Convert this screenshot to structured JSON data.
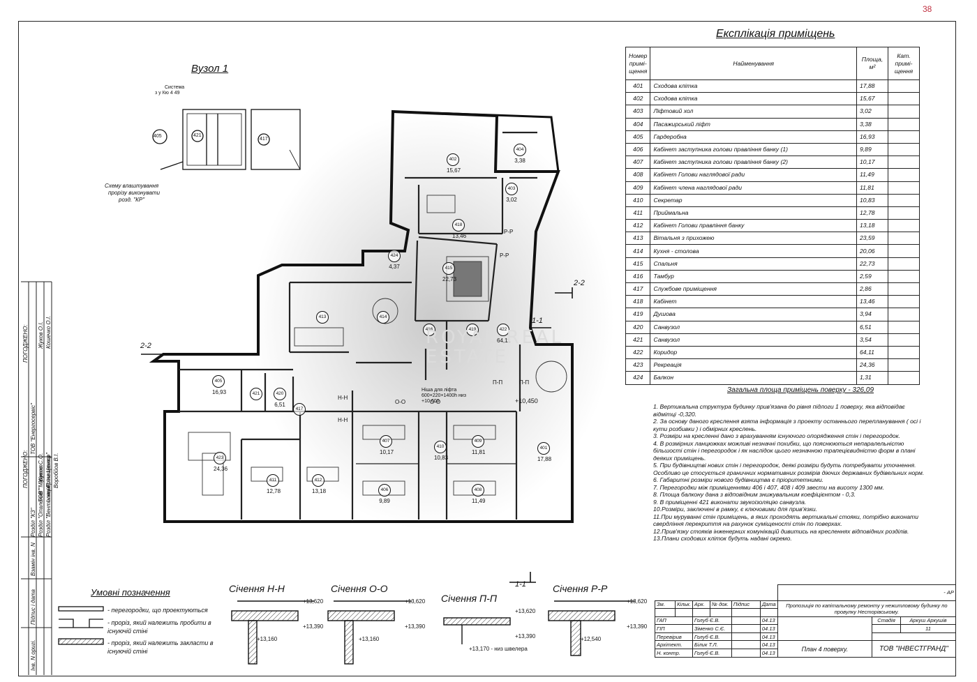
{
  "sheet": {
    "page_mark": "38",
    "explication_title": "Експлікація приміщень",
    "node_title": "Вузол 1",
    "node_labels": [
      "Система",
      "з у Кю 4 49",
      "405",
      "421",
      "417",
      "Схему влаштування",
      "прорізу виконувати",
      "розд. \"КР\""
    ]
  },
  "explication": {
    "headers": {
      "number": "Номер примі- щення",
      "name": "Найменування",
      "area": "Площа, м²",
      "category": "Кат. примі- щення"
    },
    "rows": [
      {
        "no": "401",
        "name": "Сходова клітка",
        "area": "17,88"
      },
      {
        "no": "402",
        "name": "Сходова клітка",
        "area": "15,67"
      },
      {
        "no": "403",
        "name": "Ліфтовий хол",
        "area": "3,02"
      },
      {
        "no": "404",
        "name": "Пасажирський ліфт",
        "area": "3,38"
      },
      {
        "no": "405",
        "name": "Гардеробна",
        "area": "16,93"
      },
      {
        "no": "406",
        "name": "Кабінет заступника голови правління банку (1)",
        "area": "9,89"
      },
      {
        "no": "407",
        "name": "Кабінет заступника голови правління банку (2)",
        "area": "10,17"
      },
      {
        "no": "408",
        "name": "Кабінет Голови наглядової ради",
        "area": "11,49"
      },
      {
        "no": "409",
        "name": "Кабінет члена наглядової ради",
        "area": "11,81"
      },
      {
        "no": "410",
        "name": "Секретар",
        "area": "10,83"
      },
      {
        "no": "411",
        "name": "Приймальна",
        "area": "12,78"
      },
      {
        "no": "412",
        "name": "Кабінет Голови правління банку",
        "area": "13,18"
      },
      {
        "no": "413",
        "name": "Вітальня з прихожею",
        "area": "23,59"
      },
      {
        "no": "414",
        "name": "Кухня - столова",
        "area": "20,06"
      },
      {
        "no": "415",
        "name": "Спальня",
        "area": "22,73"
      },
      {
        "no": "416",
        "name": "Тамбур",
        "area": "2,59"
      },
      {
        "no": "417",
        "name": "Службове приміщення",
        "area": "2,86"
      },
      {
        "no": "418",
        "name": "Кабінет",
        "area": "13,46"
      },
      {
        "no": "419",
        "name": "Душова",
        "area": "3,94"
      },
      {
        "no": "420",
        "name": "Санвузол",
        "area": "6,51"
      },
      {
        "no": "421",
        "name": "Санвузол",
        "area": "3,54"
      },
      {
        "no": "422",
        "name": "Коридор",
        "area": "64,11"
      },
      {
        "no": "423",
        "name": "Рекреація",
        "area": "24,36"
      },
      {
        "no": "424",
        "name": "Балкон",
        "area": "1,31"
      }
    ],
    "total": "Загальна площа приміщень поверху - 326,09"
  },
  "notes": [
    "1. Вертикальна структура будинку прив'язана до рівня підлоги 1 поверху, яка відповідає відмітці -0,320.",
    "2. За основу даного креслення взята інформація з проекту останнього перепланування ( осі і кути розбивки ) і обмірних креслень.",
    "3. Розміри на кресленні дано з врахуванням існуючого опорядження стін і перегородок.",
    "4. В розмірних ланцюжках можливі незначні похибки, що пояснюються непаралельністю більшості стін і перегородок і як наслідок цього незначною трапецієвидністю форм в плані деяких приміщень.",
    "5. При будівництві нових стін і перегородок, деякі розміри будуть потребувати уточнення. Особливо це стосується граничних нормативних розмірів діючих державних будівельних норм.",
    "6. Габаритні розміри нового будівництва є пріоритетними.",
    "7. Перегородки між приміщеннями 406 і 407, 408 і 409 звести на висоту 1300 мм.",
    "8. Площа балкону дана з відповідним знижувальним коефіцієнтом - 0,3.",
    "9. В приміщенні 421 виконати звукоізоляцію санвузла.",
    "10.Розміри, заключені в рамку, є ключовими для прив'язки.",
    "11.При муруванні стін приміщень, в яких проходять вертикальні стояки, потрібно виконати свердління перекриття на рахунок суміщеності стін по поверхах.",
    "12.Прив'язку стояків інженерних комунікацій дивитись на кресленнях відповідних розділів.",
    "13.Плани сходових кліток будуть надані окремо."
  ],
  "plan": {
    "rooms": [
      {
        "no": "402",
        "area": "15,67"
      },
      {
        "no": "404",
        "area": "3,38"
      },
      {
        "no": "403",
        "area": "3,02"
      },
      {
        "no": "418",
        "area": "13,46"
      },
      {
        "no": "424",
        "area": "4,37"
      },
      {
        "no": "415",
        "area": "22,73"
      },
      {
        "no": "413",
        "area": ""
      },
      {
        "no": "414",
        "area": ""
      },
      {
        "no": "416",
        "area": ""
      },
      {
        "no": "419",
        "area": ""
      },
      {
        "no": "422",
        "area": "64,11"
      },
      {
        "no": "405",
        "area": "16,93"
      },
      {
        "no": "421",
        "area": ""
      },
      {
        "no": "420",
        "area": "6,51"
      },
      {
        "no": "417",
        "area": ""
      },
      {
        "no": "423",
        "area": "24,36"
      },
      {
        "no": "411",
        "area": "12,78"
      },
      {
        "no": "412",
        "area": "13,18"
      },
      {
        "no": "407",
        "area": "10,17"
      },
      {
        "no": "406",
        "area": "9,89"
      },
      {
        "no": "410",
        "area": "10,83"
      },
      {
        "no": "409",
        "area": "11,81"
      },
      {
        "no": "408",
        "area": "11,49"
      },
      {
        "no": "401",
        "area": "17,88"
      }
    ],
    "section_marks": [
      "2-2",
      "2-2",
      "1-1",
      "Р-Р",
      "Р-Р",
      "Н-Н",
      "Н-Н",
      "О-О",
      "О-О",
      "П-П",
      "П-П"
    ],
    "level": "+10,450",
    "lift_note": "Ніша для ліфта 600×220×1400h низ +10,600"
  },
  "legend": {
    "title": "Умовні позначення",
    "items": [
      "- перегородки, що проектуються",
      "- проріз, який належить пробити в існуючій стіні",
      "- проріз, який належить закласти в існуючій стіні"
    ]
  },
  "sections": [
    {
      "title": "Січення Н-Н",
      "top": "+13,620",
      "mid": "+13,390",
      "low": "+13,160"
    },
    {
      "title": "Січення О-О",
      "top": "+13,620",
      "mid": "+13,390",
      "low": "+13,160"
    },
    {
      "title": "Січення П-П",
      "top": "+13,620",
      "mid": "+13,390",
      "low": "+13,170 - низ швелера"
    },
    {
      "title": "Січення Р-Р",
      "top": "+13,620",
      "mid": "+13,390",
      "low": "+12,540"
    }
  ],
  "section_1_1": "1-1",
  "stamp": {
    "code": "- АР",
    "project": "Пропозиція по капітальному ремонту у нежитловому будинку по провулку Несторівському.",
    "headers": [
      "Зм.",
      "Кільк.",
      "Арк.",
      "№ док.",
      "Підпис",
      "Дата"
    ],
    "people": [
      {
        "role": "ГАП",
        "name": "Голуб Є.В.",
        "date": "04.13"
      },
      {
        "role": "ГІП",
        "name": "Зіменко С.Є.",
        "date": "04.13"
      },
      {
        "role": "Перевірив",
        "name": "Голуб Є.В.",
        "date": "04.13"
      },
      {
        "role": "Архітект.",
        "name": "Білик Т.Л.",
        "date": "04.13"
      },
      {
        "role": "Н. контр.",
        "name": "Голуб Є.В.",
        "date": "04.13"
      }
    ],
    "stage_label": "Стадія",
    "sheet_label": "Аркуш",
    "sheets_label": "Аркушів",
    "sheet_no": "11",
    "plan_title": "План 4 поверху.",
    "company": "ТОВ \"ІНВЕСТГРАНД\""
  },
  "sidebar": {
    "agreed1": "ПОГОДЖЕНО:",
    "agreed2": "ПОГОДЖЕНО:",
    "rows": [
      "Розділ \"КЗ\"",
      "ТОВ \"Енергосервіс\"",
      "Жуков О.І.",
      "Кошечко О.І.",
      "Розділ \"Опалення\"",
      "Розділ \"Вентиляція\"",
      "ТОВ \"Мірвент",
      "Інженерінг Центр\"",
      "Жуков С.О.",
      "Литвиненко",
      "Воробйов В.І."
    ],
    "fields": [
      "Взамін інв. N",
      "Підпис і дата",
      "Інв. N оригі."
    ]
  },
  "watermark": "ROYAL REAL ESTATE"
}
